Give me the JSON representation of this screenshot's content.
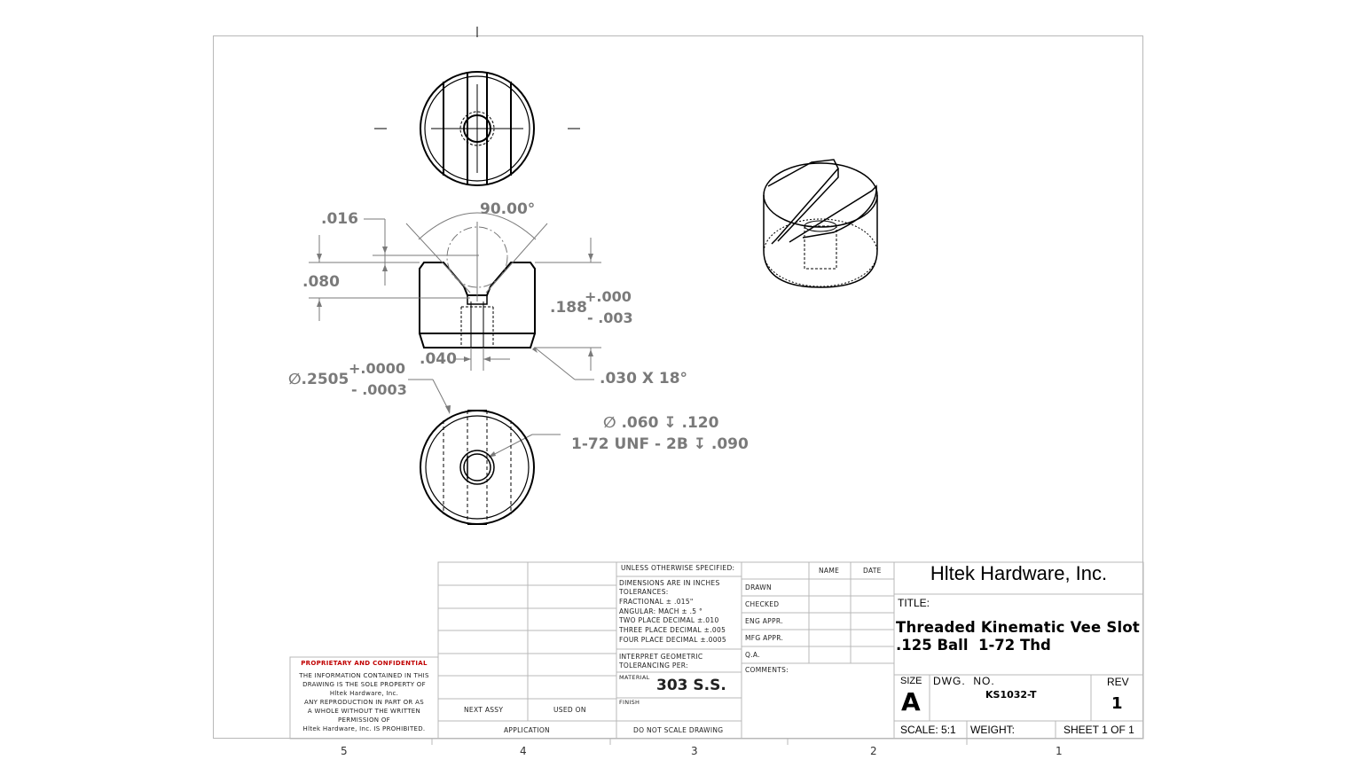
{
  "drawing": {
    "title_block": {
      "company": "Hltek Hardware, Inc.",
      "title_label": "TITLE:",
      "title_line1": "Threaded Kinematic Vee Slot",
      "title_line2": ".125 Ball  1-72 Thd",
      "size_label": "SIZE",
      "size_value": "A",
      "dwg_no_label": "DWG.  NO.",
      "dwg_no_value": "KS1032-T",
      "rev_label": "REV",
      "rev_value": "1",
      "scale": "SCALE: 5:1",
      "weight": "WEIGHT:",
      "sheet": "SHEET 1 OF 1"
    },
    "approvals": {
      "name_header": "NAME",
      "date_header": "DATE",
      "rows": [
        "DRAWN",
        "CHECKED",
        "ENG APPR.",
        "MFG APPR.",
        "Q.A."
      ],
      "comments_label": "COMMENTS:"
    },
    "tolerances": {
      "header": "UNLESS OTHERWISE SPECIFIED:",
      "lines": [
        "DIMENSIONS ARE IN INCHES",
        "TOLERANCES:",
        "FRACTIONAL ± .015\"",
        "ANGULAR: MACH ± .5 °",
        "TWO PLACE DECIMAL ±.010",
        "THREE PLACE DECIMAL ±.005",
        "FOUR PLACE DECIMAL ±.0005"
      ],
      "interpret_line1": "INTERPRET GEOMETRIC",
      "interpret_line2": "TOLERANCING PER:",
      "material_label": "MATERIAL",
      "material_value": "303 S.S.",
      "finish_label": "FINISH",
      "do_not_scale": "DO NOT SCALE DRAWING"
    },
    "application": {
      "next_assy": "NEXT ASSY",
      "used_on": "USED ON",
      "label": "APPLICATION"
    },
    "proprietary": {
      "header": "PROPRIETARY AND CONFIDENTIAL",
      "lines": [
        "THE INFORMATION CONTAINED IN THIS",
        "DRAWING IS THE SOLE PROPERTY OF",
        "Hltek Hardware, Inc.",
        "ANY REPRODUCTION IN PART OR AS",
        "A WHOLE WITHOUT THE WRITTEN",
        "PERMISSION OF",
        "Hltek Hardware, Inc. IS PROHIBITED."
      ],
      "header_color": "#c00000"
    },
    "dimensions": {
      "angle": "90.00°",
      "d016": ".016",
      "d080": ".080",
      "d188": ".188",
      "d188_plus": "+.000",
      "d188_minus": "- .003",
      "d040": ".040",
      "chamfer": ".030 X 18°",
      "dia_main": "∅.2505",
      "dia_plus": "+.0000",
      "dia_minus": "- .0003",
      "hole_callout1": "∅ .060  ↧ .120",
      "hole_callout2": "1-72 UNF  - 2B  ↧ .090"
    },
    "zones": [
      "5",
      "4",
      "3",
      "2",
      "1"
    ],
    "colors": {
      "dimension": "#7a7a7a",
      "border": "#b8b8b8",
      "geometry": "#000000"
    }
  }
}
